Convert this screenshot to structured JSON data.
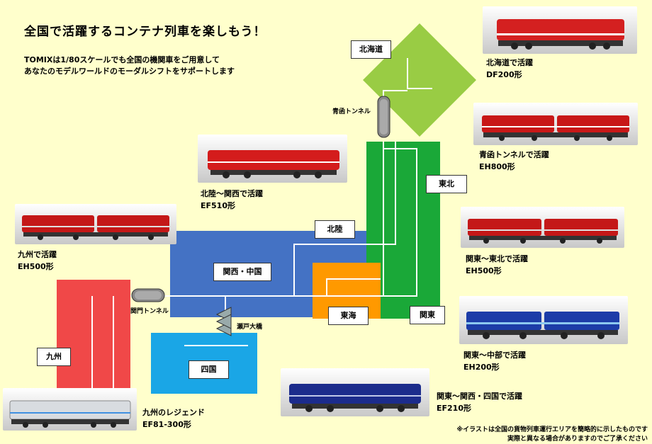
{
  "header": {
    "title": "全国で活躍するコンテナ列車を楽しもう！",
    "intro_line1": "TOMIXは1/80スケールでも全国の機関車をご用意して",
    "intro_line2": "あなたのモデルワールドのモーダルシフトをサポートします"
  },
  "regions": {
    "hokkaido": "北海道",
    "tohoku": "東北",
    "hokuriku": "北陸",
    "kansai_chugoku": "関西・中国",
    "tokai": "東海",
    "kanto": "関東",
    "shikoku": "四国",
    "kyushu": "九州"
  },
  "tunnels": {
    "seikan": "青函トンネル",
    "kanmon": "関門トンネル",
    "seto": "瀬戸大橋"
  },
  "locomotives": [
    {
      "area": "北海道で活躍",
      "model": "DF200形",
      "body": "#d42020",
      "stripe": "#ffffff"
    },
    {
      "area": "青函トンネルで活躍",
      "model": "EH800形",
      "body": "#c81818",
      "stripe": "#ffffff"
    },
    {
      "area": "北陸～関西で活躍",
      "model": "EF510形",
      "body": "#d41c1c",
      "stripe": "#ffffff"
    },
    {
      "area": "九州で活躍",
      "model": "EH500形",
      "body": "#c41818",
      "stripe": "#e0e0e0"
    },
    {
      "area": "関東～東北で活躍",
      "model": "EH500形",
      "body": "#c41818",
      "stripe": "#e0e0e0"
    },
    {
      "area": "関東～中部で活躍",
      "model": "EH200形",
      "body": "#1c3ca8",
      "stripe": "#8cc8f0"
    },
    {
      "area": "関東～関西・四国で活躍",
      "model": "EF210形",
      "body": "#1c2c8c",
      "stripe": "#c0c8e8"
    },
    {
      "area": "九州のレジェンド",
      "model": "EF81-300形",
      "body": "#d8dce0",
      "stripe": "#4090e0"
    }
  ],
  "footnote": {
    "line1": "※イラストは全国の貨物列車運行エリアを簡略的に示したものです",
    "line2": "実際と異なる場合がありますのでご了承ください"
  },
  "colors": {
    "background": "#ffffcc",
    "hokkaido": "#99cc44",
    "tohoku_kanto": "#1aa838",
    "kansai_chugoku": "#4472c4",
    "tokai": "#ff9900",
    "shikoku": "#1aa6e6",
    "kyushu": "#f04848"
  }
}
